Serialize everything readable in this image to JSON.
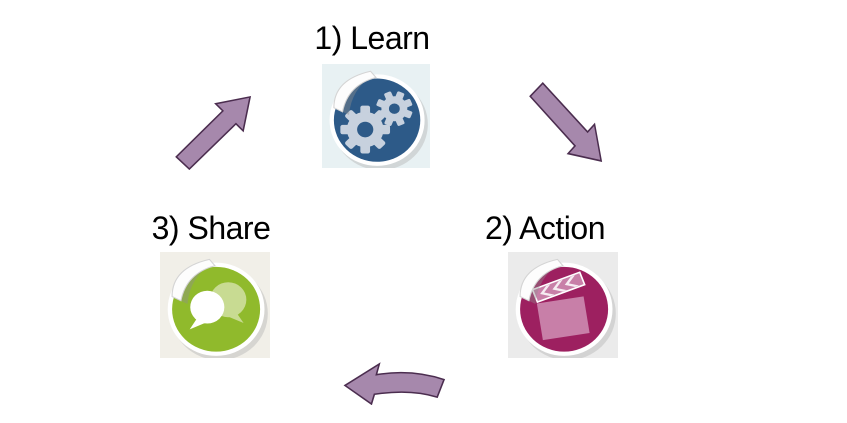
{
  "page": {
    "background_color": "#ffffff",
    "text_color": "#000000"
  },
  "diagram": {
    "type": "cycle",
    "arrow_fill": "#a688ac",
    "arrow_outline": "#4b2d4f",
    "sticker_rim_color": "#ffffff",
    "steps": [
      {
        "label": "1) Learn",
        "icon": "gears-sticker-icon",
        "circle_color": "#2d5a88",
        "tile_bg": "#e8f1f3",
        "glyph_color": "#c7d1de"
      },
      {
        "label": "2) Action",
        "icon": "clapperboard-sticker-icon",
        "circle_color": "#9d2060",
        "tile_bg": "#ebebeb",
        "glyph_color": "#c87fa8"
      },
      {
        "label": "3) Share",
        "icon": "speech-bubbles-sticker-icon",
        "circle_color": "#90ba2c",
        "tile_bg": "#f1efe8",
        "glyph_color": "#c8db92"
      }
    ],
    "arrows": [
      {
        "name": "share-to-learn",
        "direction": "up-right"
      },
      {
        "name": "learn-to-action",
        "direction": "down-right"
      },
      {
        "name": "action-to-share",
        "direction": "left"
      }
    ]
  }
}
